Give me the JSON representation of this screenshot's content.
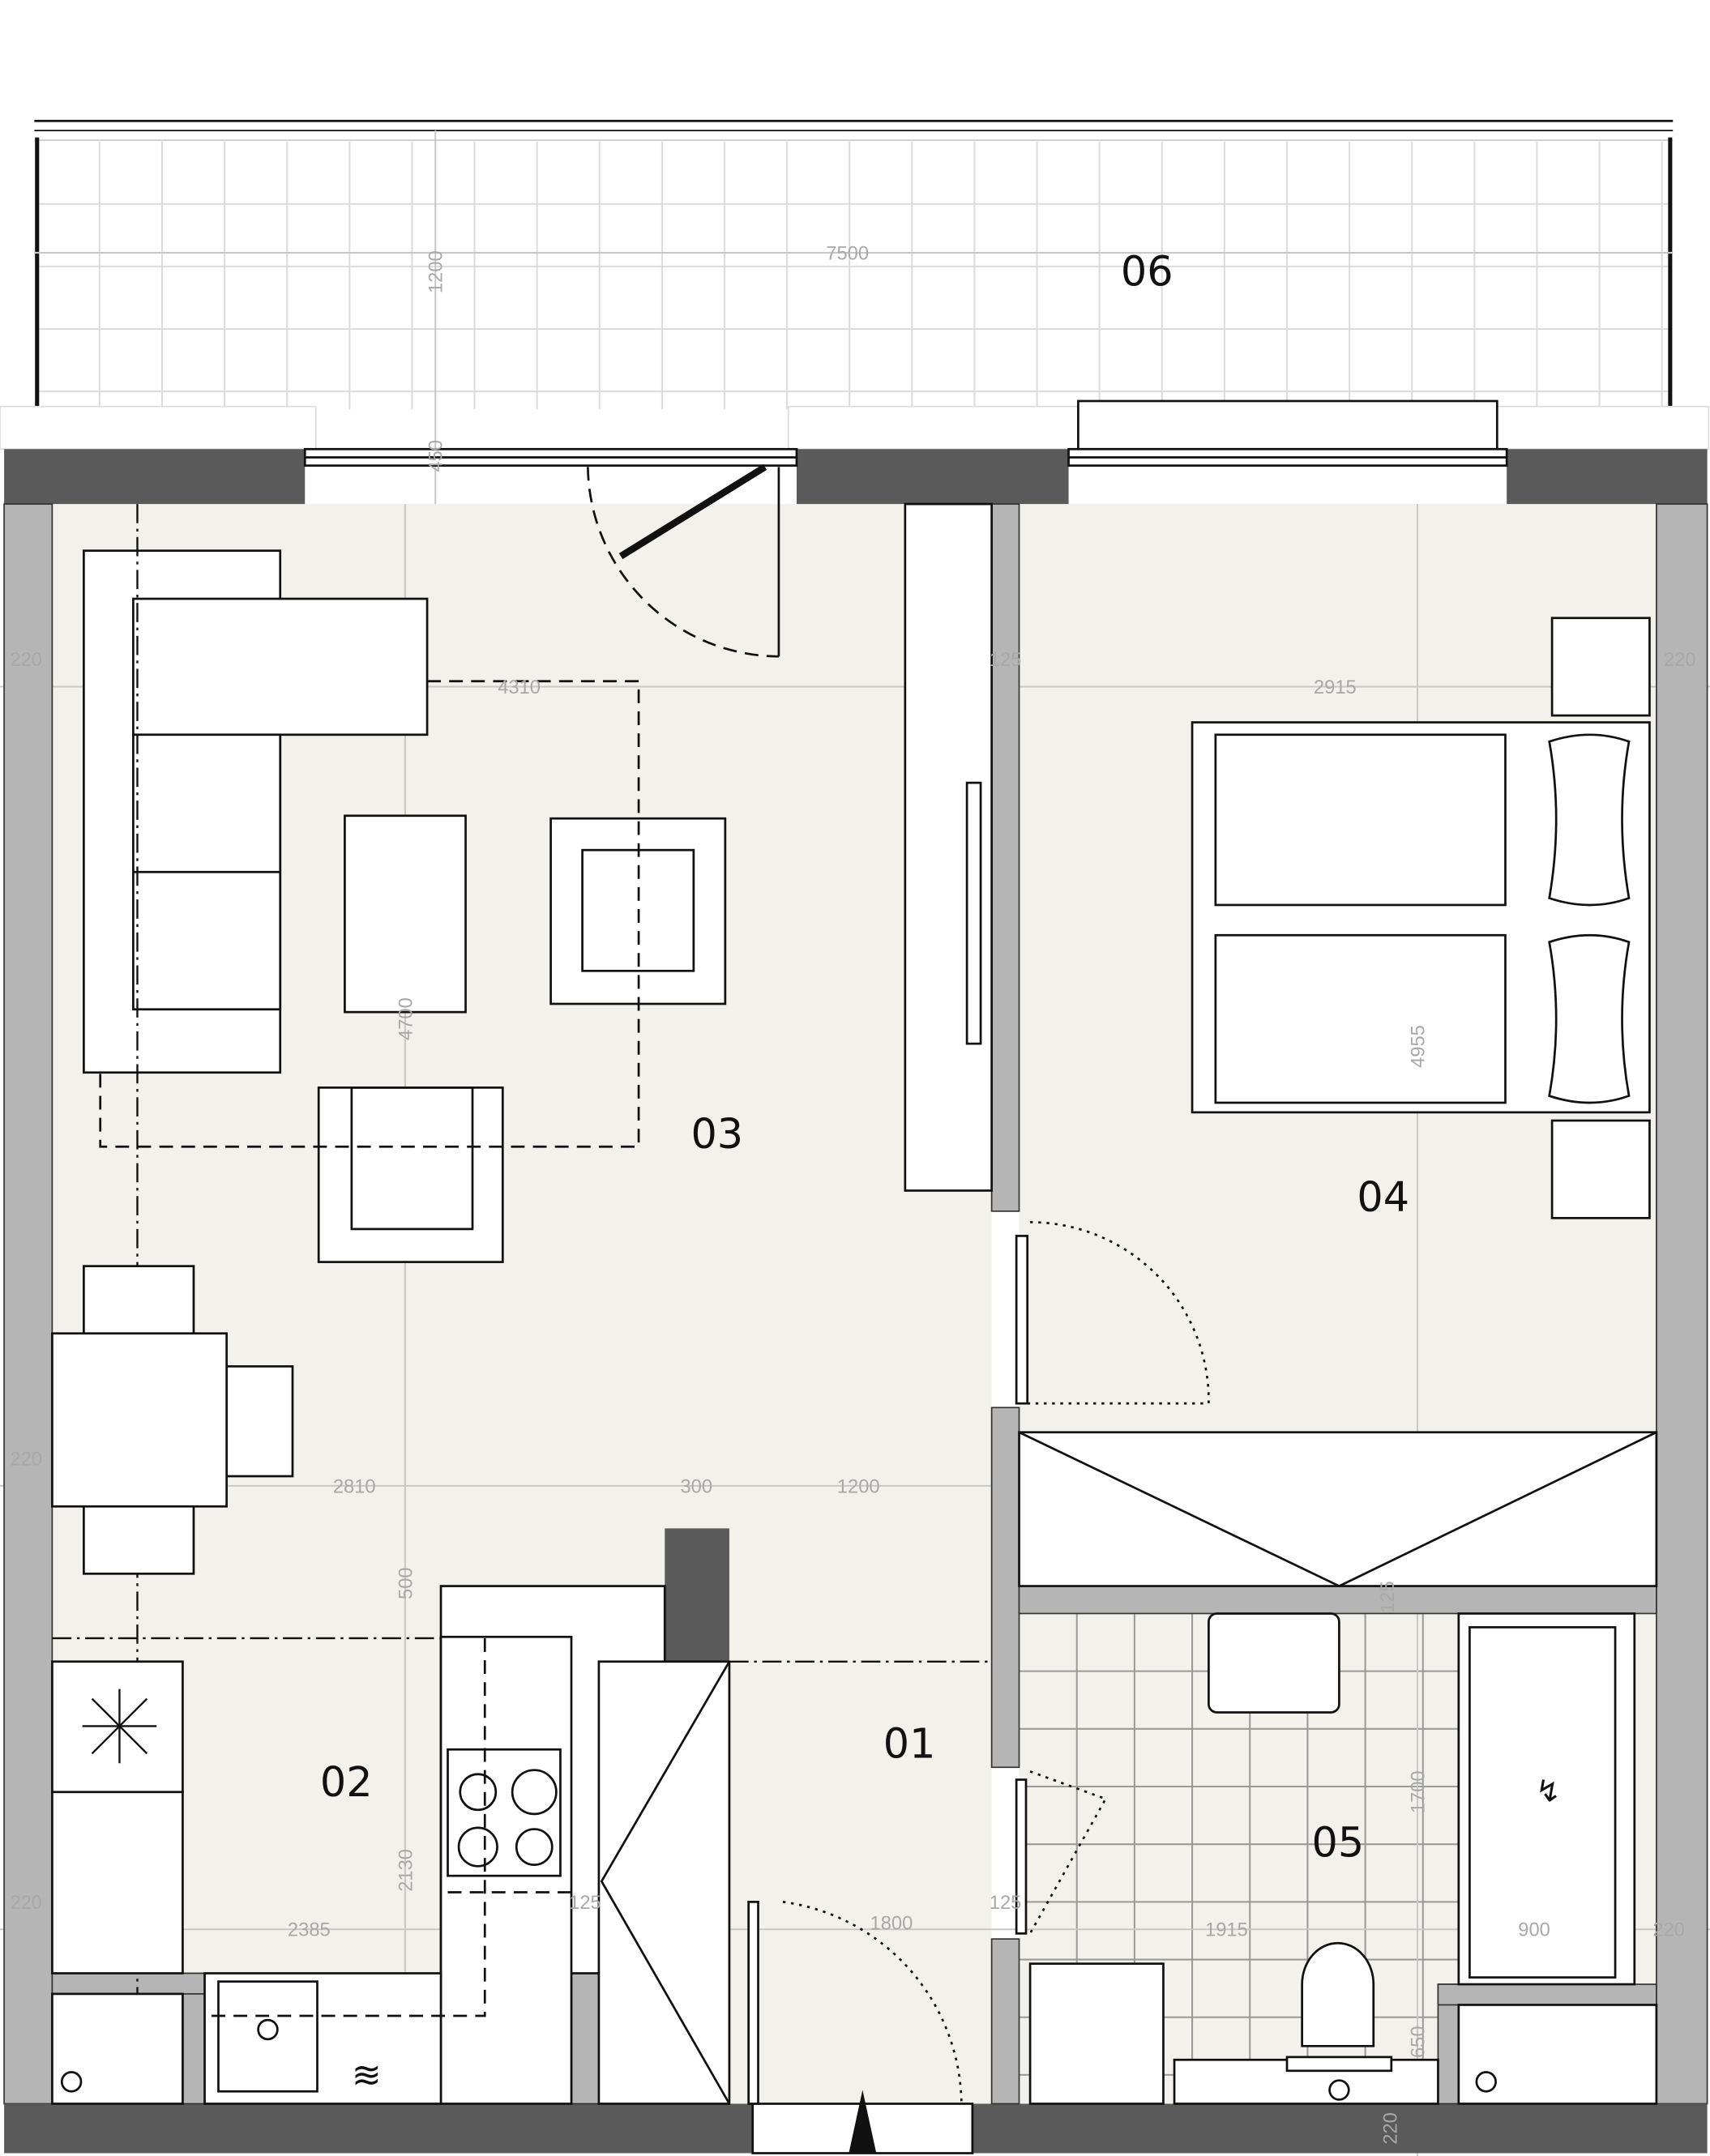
{
  "plan": {
    "rooms": [
      {
        "id": "01",
        "label": "01"
      },
      {
        "id": "02",
        "label": "02"
      },
      {
        "id": "03",
        "label": "03"
      },
      {
        "id": "04",
        "label": "04"
      },
      {
        "id": "05",
        "label": "05"
      },
      {
        "id": "06",
        "label": "06"
      }
    ],
    "dimensions": {
      "balcony_width": "7500",
      "balcony_depth": "1200",
      "window_sill": "450",
      "wall_left_top": "220",
      "partition_top": "125",
      "living_width": "4310",
      "bedroom_width": "2915",
      "wall_right_top": "220",
      "living_depth": "4700",
      "bedroom_depth": "4955",
      "wall_left_mid": "220",
      "dining_width": "2810",
      "column_width": "300",
      "hall_width_mid": "1200",
      "hall_offset": "500",
      "bath_wall": "125",
      "bath_depth": "1700",
      "kitchen_depth": "2130",
      "wall_left_bottom": "220",
      "kitchen_width": "2385",
      "kitchen_wall": "125",
      "entry_width": "1800",
      "bath_partition": "125",
      "bath_width": "1915",
      "tub_width": "900",
      "wall_right_bottom": "220",
      "wc_depth": "650",
      "wall_bottom": "220"
    },
    "colors": {
      "floor": "#f2f1ec",
      "exterior_wall": "#5a5a5a",
      "interior_wall": "#b5b5b5"
    }
  }
}
